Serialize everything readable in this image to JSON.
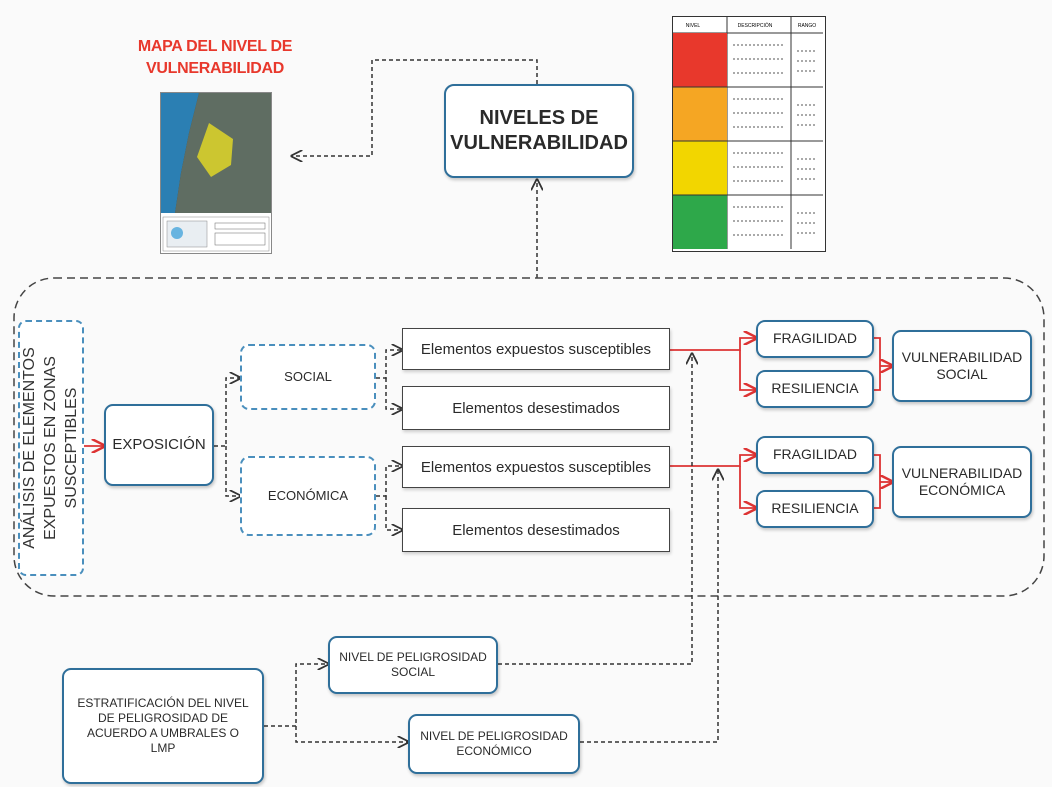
{
  "map": {
    "title_line1": "MAPA DEL NIVEL DE",
    "title_line2": "VULNERABILIDAD"
  },
  "niveles": {
    "line1": "NIVELES DE",
    "line2": "VULNERABILIDAD"
  },
  "analisis": {
    "line1": "ANÁLISIS DE ELEMENTOS",
    "line2": "EXPUESTOS EN ZONAS",
    "line3": "SUSCEPTIBLES"
  },
  "exposicion": "EXPOSICIÓN",
  "social": {
    "label": "SOCIAL",
    "expuestos": "Elementos expuestos susceptibles",
    "desestimados": "Elementos desestimados",
    "fragilidad": "FRAGILIDAD",
    "resiliencia": "RESILIENCIA",
    "result_line1": "VULNERABILIDAD",
    "result_line2": "SOCIAL"
  },
  "economica": {
    "label": "ECONÓMICA",
    "expuestos": "Elementos expuestos susceptibles",
    "desestimados": "Elementos desestimados",
    "fragilidad": "FRAGILIDAD",
    "resiliencia": "RESILIENCIA",
    "result_line1": "VULNERABILIDAD",
    "result_line2": "ECONÓMICA"
  },
  "estratificacion": {
    "line1": "ESTRATIFICACIÓN DEL NIVEL",
    "line2": "DE PELIGROSIDAD DE",
    "line3": "ACUERDO A UMBRALES O",
    "line4": "LMP"
  },
  "peligro_social": {
    "line1": "NIVEL DE PELIGROSIDAD",
    "line2": "SOCIAL"
  },
  "peligro_economico": {
    "line1": "NIVEL DE PELIGROSIDAD",
    "line2": "ECONÓMICO"
  },
  "legend": {
    "headers": [
      "NIVEL",
      "DESCRIPCIÓN",
      "RANGO"
    ],
    "colors": [
      "#e8382c",
      "#f5a623",
      "#f2d600",
      "#2ea84a"
    ]
  }
}
